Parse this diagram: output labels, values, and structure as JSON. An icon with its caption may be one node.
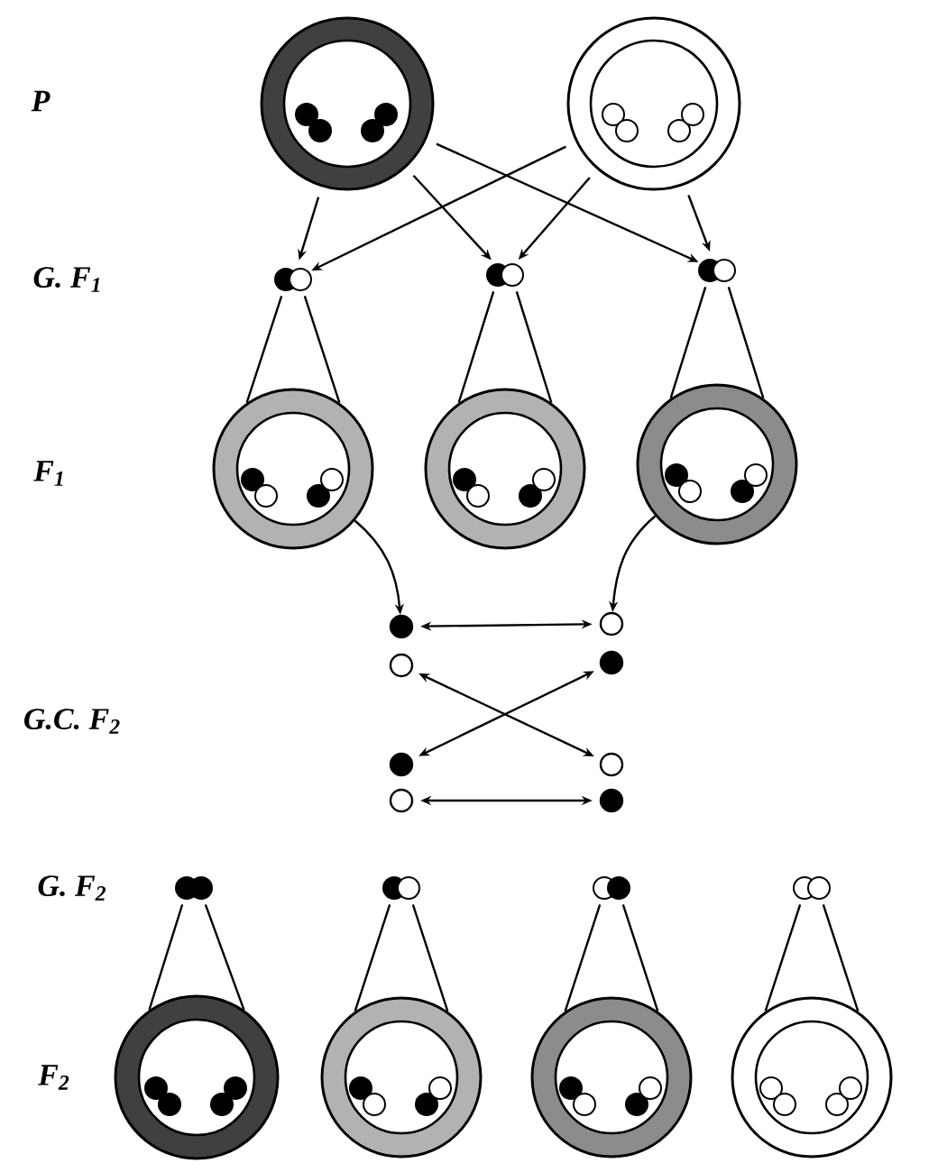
{
  "diagram": {
    "nodes": [
      {
        "text": [],
        "shape": "circle"
      },
      {
        "text": [],
        "shape": "circle"
      },
      {
        "text": [],
        "shape": "circle"
      },
      {
        "text": [],
        "shape": "circle"
      },
      {
        "text": [],
        "shape": "circle"
      },
      {
        "text": [],
        "shape": "circle"
      },
      {
        "text": [],
        "shape": "circle"
      },
      {
        "text": [],
        "shape": "circle"
      },
      {
        "text": [],
        "shape": "circle"
      },
      {
        "text": [],
        "shape": "circle"
      },
      {
        "text": [],
        "shape": "circle"
      },
      {
        "text": [],
        "shape": "circle"
      },
      {
        "text": [],
        "shape": "circle"
      },
      {
        "text": [],
        "shape": "circle"
      },
      {
        "text": [],
        "shape": "circle"
      },
      {
        "text": [],
        "shape": "circle"
      },
      {
        "text": [],
        "shape": "circle"
      },
      {
        "text": [],
        "shape": "circle"
      },
      {
        "text": [],
        "shape": "circle"
      },
      {
        "text": [],
        "shape": "circle"
      },
      {
        "text": [],
        "shape": "circle"
      },
      {
        "text": [],
        "shape": "circle"
      },
      {
        "text": [],
        "shape": "circle"
      },
      {
        "text": [],
        "shape": "circle"
      }
    ],
    "edges": [
      {
        "from": 0,
        "to": 2,
        "arrow": "to"
      },
      {
        "from": 0,
        "to": 3,
        "arrow": "to"
      },
      {
        "from": 0,
        "to": 4,
        "arrow": "to"
      },
      {
        "from": 1,
        "to": 2,
        "arrow": "to"
      },
      {
        "from": 1,
        "to": 3,
        "arrow": "to"
      },
      {
        "from": 1,
        "to": 4,
        "arrow": "to"
      },
      {
        "from": 2,
        "to": 5,
        "arrow": "none"
      },
      {
        "from": 2,
        "to": 5,
        "arrow": "none"
      },
      {
        "from": 3,
        "to": 6,
        "arrow": "none"
      },
      {
        "from": 3,
        "to": 6,
        "arrow": "none"
      },
      {
        "from": 4,
        "to": 7,
        "arrow": "none"
      },
      {
        "from": 4,
        "to": 7,
        "arrow": "none"
      },
      {
        "from": 5,
        "to": 8,
        "arrow": "to"
      },
      {
        "from": 7,
        "to": 10,
        "arrow": "to"
      },
      {
        "from": 8,
        "to": 10,
        "arrow": "both"
      },
      {
        "from": 9,
        "to": 14,
        "arrow": "both"
      },
      {
        "from": 11,
        "to": 12,
        "arrow": "both"
      },
      {
        "from": 13,
        "to": 15,
        "arrow": "both"
      },
      {
        "from": 16,
        "to": 20,
        "arrow": "none"
      },
      {
        "from": 16,
        "to": 20,
        "arrow": "none"
      },
      {
        "from": 17,
        "to": 21,
        "arrow": "none"
      },
      {
        "from": 17,
        "to": 21,
        "arrow": "none"
      },
      {
        "from": 18,
        "to": 22,
        "arrow": "none"
      },
      {
        "from": 18,
        "to": 22,
        "arrow": "none"
      },
      {
        "from": 19,
        "to": 23,
        "arrow": "none"
      },
      {
        "from": 19,
        "to": 23,
        "arrow": "none"
      }
    ],
    "labels": [
      "P",
      "G. F$_{1}$",
      "F$_{1}$",
      "G.C. F$_{2}$",
      "G. F$_{2}$",
      "F$_{2}$"
    ]
  }
}
